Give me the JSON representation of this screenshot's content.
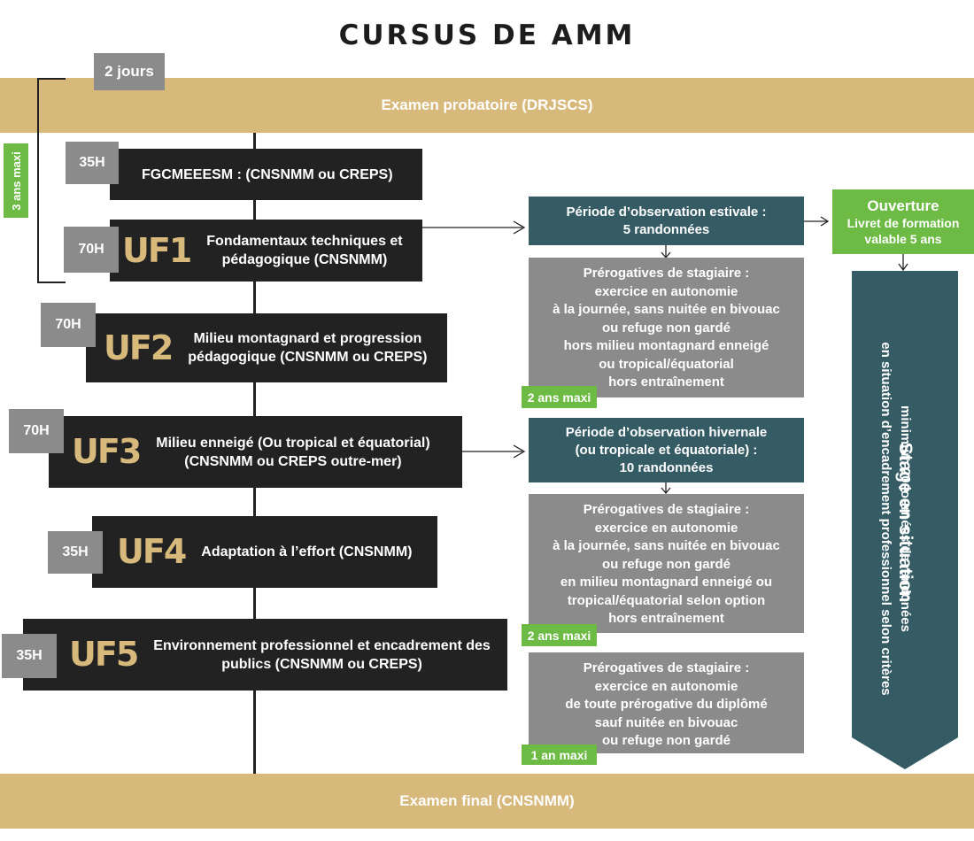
{
  "title": "CURSUS DE AMM",
  "bands": {
    "probatoire": "Examen probatoire (DRJSCS)",
    "final": "Examen final (CNSNMM)"
  },
  "top_left": {
    "duration_badge": "2 jours",
    "max_badge": "3 ans maxi"
  },
  "modules": [
    {
      "hours": "35H",
      "tag": "",
      "label_lines": [
        "FGCMEEESM : (CNSNMM ou CREPS)"
      ]
    },
    {
      "hours": "70H",
      "tag": "UF1",
      "label_lines": [
        "Fondamentaux techniques et",
        "pédagogique (CNSNMM)"
      ]
    },
    {
      "hours": "70H",
      "tag": "UF2",
      "label_lines": [
        "Milieu montagnard et progression",
        "pédagogique (CNSNMM ou CREPS)"
      ]
    },
    {
      "hours": "70H",
      "tag": "UF3",
      "label_lines": [
        "Milieu enneigé (Ou tropical et équatorial)",
        "(CNSNMM ou CREPS outre-mer)"
      ]
    },
    {
      "hours": "35H",
      "tag": "UF4",
      "label_lines": [
        "Adaptation à l’effort (CNSNMM)"
      ]
    },
    {
      "hours": "35H",
      "tag": "UF5",
      "label_lines": [
        "Environnement professionnel et encadrement des",
        "publics (CNSNMM ou CREPS)"
      ]
    }
  ],
  "observation": {
    "estivale": {
      "lines": [
        "Période d’observation estivale :",
        "5 randonnées"
      ]
    },
    "hivernale": {
      "lines": [
        "Période d’observation hivernale",
        "(ou tropicale et équatoriale) :",
        "10 randonnées"
      ]
    }
  },
  "prerogatives": [
    {
      "lines": [
        "Prérogatives de stagiaire :",
        "exercice en autonomie",
        "à la journée, sans nuitée en bivouac",
        "ou refuge non gardé",
        "hors milieu montagnard enneigé",
        "ou tropical/équatorial",
        "hors entraînement"
      ],
      "badge": "2 ans maxi"
    },
    {
      "lines": [
        "Prérogatives de stagiaire :",
        "exercice en autonomie",
        "à la journée, sans nuitée en bivouac",
        "ou refuge non gardé",
        "en milieu montagnard enneigé ou",
        "tropical/équatorial selon option",
        "hors entraînement"
      ],
      "badge": "2 ans maxi"
    },
    {
      "lines": [
        "Prérogatives de stagiaire :",
        "exercice en autonomie",
        "de toute prérogative du diplômé",
        "sauf nuitée en bivouac",
        "ou refuge non gardé"
      ],
      "badge": "1 an maxi"
    }
  ],
  "ouverture": {
    "title": "Ouverture",
    "lines": [
      "Livret de formation",
      "valable 5 ans"
    ]
  },
  "stage": {
    "title": "Stage en situation",
    "lines": [
      "minimum 20 journées de randonées",
      "en situation d’encadrement professionnel selon critères"
    ]
  }
}
